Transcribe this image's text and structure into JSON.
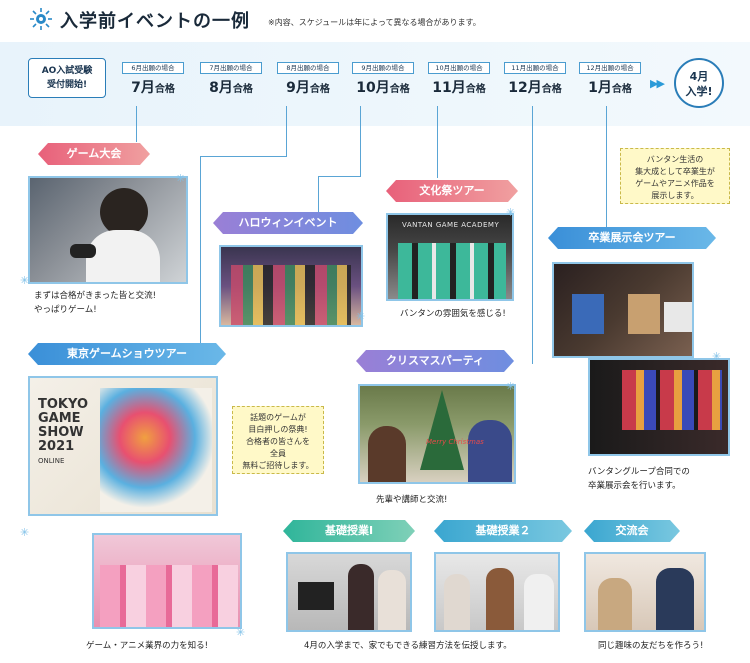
{
  "header": {
    "title": "入学前イベントの一例",
    "note": "※内容、スケジュールは年によって異なる場合があります。"
  },
  "timeline": {
    "ao_line1": "AO入試受験",
    "ao_line2": "受付開始!",
    "steps": [
      {
        "tag": "6月出願の場合",
        "big": "7月",
        "small": "合格"
      },
      {
        "tag": "7月出願の場合",
        "big": "8月",
        "small": "合格"
      },
      {
        "tag": "8月出願の場合",
        "big": "9月",
        "small": "合格"
      },
      {
        "tag": "9月出願の場合",
        "big": "10月",
        "small": "合格"
      },
      {
        "tag": "10月出願の場合",
        "big": "11月",
        "small": "合格"
      },
      {
        "tag": "11月出願の場合",
        "big": "12月",
        "small": "合格"
      },
      {
        "tag": "12月出願の場合",
        "big": "1月",
        "small": "合格"
      }
    ],
    "final_line1": "4月",
    "final_line2": "入学!"
  },
  "events": {
    "game": {
      "label": "ゲーム大会",
      "cap1": "まずは合格がきまった皆と交流!",
      "cap2": "やっぱりゲーム!"
    },
    "halloween": {
      "label": "ハロウィンイベント"
    },
    "festival": {
      "label": "文化祭ツアー",
      "cap": "バンタンの雰囲気を感じる!",
      "sign": "VANTAN GAME ACADEMY"
    },
    "graduation": {
      "label": "卒業展示会ツアー",
      "cap1": "バンタングループ合同での",
      "cap2": "卒業展示会を行います。"
    },
    "tgs": {
      "label": "東京ゲームショウツアー",
      "cap": "ゲーム・アニメ業界の力を知る!",
      "sign1": "TOKYO",
      "sign2": "GAME",
      "sign3": "SHOW",
      "sign4": "2021",
      "sign5": "ONLINE"
    },
    "christmas": {
      "label": "クリスマスパーティ",
      "cap": "先輩や講師と交流!",
      "sign": "Merry Christmas"
    },
    "basic1": {
      "label": "基礎授業Ⅰ"
    },
    "basic2": {
      "label": "基礎授業２"
    },
    "exchange": {
      "label": "交流会",
      "cap": "同じ趣味の友だちを作ろう!"
    },
    "basic_cap": "4月の入学まで、家でもできる練習方法を伝授します。"
  },
  "notes": {
    "tgs": [
      "話題のゲームが",
      "目白押しの祭典!",
      "合格者の皆さんを",
      "全員",
      "無料ご招待します。"
    ],
    "grad": [
      "バンタン生活の",
      "集大成として卒業生が",
      "ゲームやアニメ作品を",
      "展示します。"
    ]
  }
}
